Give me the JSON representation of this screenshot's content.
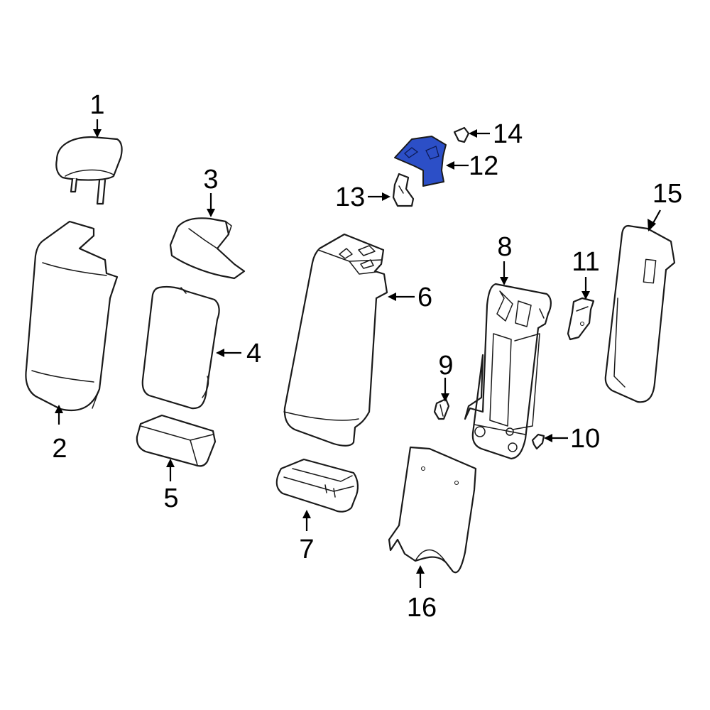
{
  "diagram": {
    "callouts": [
      {
        "id": "1",
        "label": "1"
      },
      {
        "id": "2",
        "label": "2"
      },
      {
        "id": "3",
        "label": "3"
      },
      {
        "id": "4",
        "label": "4"
      },
      {
        "id": "5",
        "label": "5"
      },
      {
        "id": "6",
        "label": "6"
      },
      {
        "id": "7",
        "label": "7"
      },
      {
        "id": "8",
        "label": "8"
      },
      {
        "id": "9",
        "label": "9"
      },
      {
        "id": "10",
        "label": "10"
      },
      {
        "id": "11",
        "label": "11"
      },
      {
        "id": "12",
        "label": "12"
      },
      {
        "id": "13",
        "label": "13"
      },
      {
        "id": "14",
        "label": "14"
      },
      {
        "id": "15",
        "label": "15"
      },
      {
        "id": "16",
        "label": "16"
      }
    ],
    "highlighted_part": "12",
    "colors": {
      "highlight": "#2c4fc7",
      "line": "#1a1a1a",
      "background": "#ffffff"
    }
  }
}
